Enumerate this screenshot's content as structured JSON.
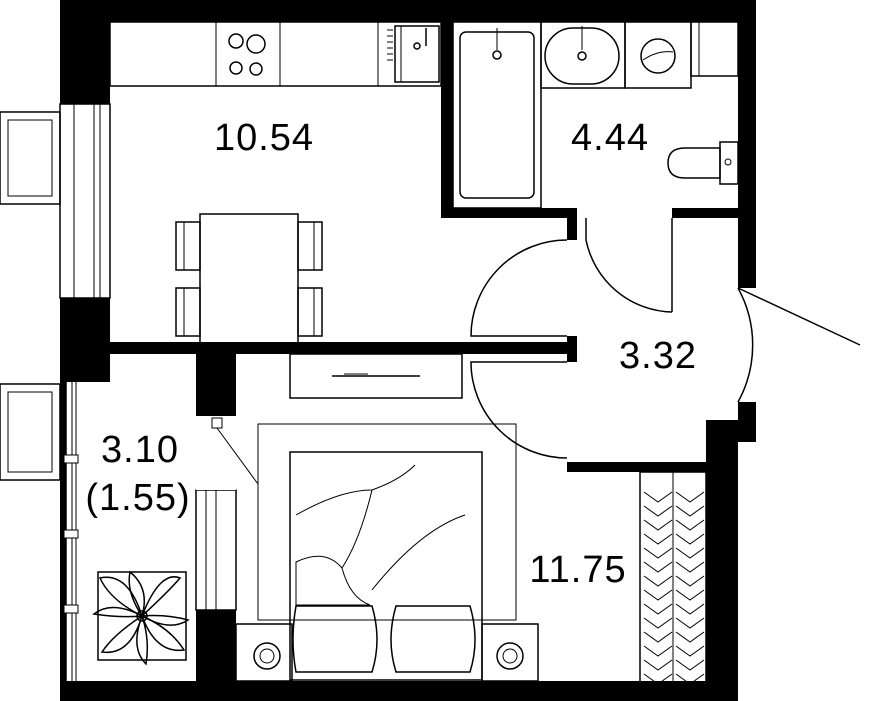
{
  "floor_plan": {
    "rooms": [
      {
        "id": "kitchen",
        "area": "10.54"
      },
      {
        "id": "bathroom",
        "area": "4.44"
      },
      {
        "id": "hallway",
        "area": "3.32"
      },
      {
        "id": "bedroom",
        "area": "11.75"
      },
      {
        "id": "balcony",
        "area": "3.10",
        "area_reduced": "(1.55)"
      }
    ],
    "colors": {
      "wall": "#000000",
      "background": "#ffffff",
      "line": "#000000"
    }
  }
}
